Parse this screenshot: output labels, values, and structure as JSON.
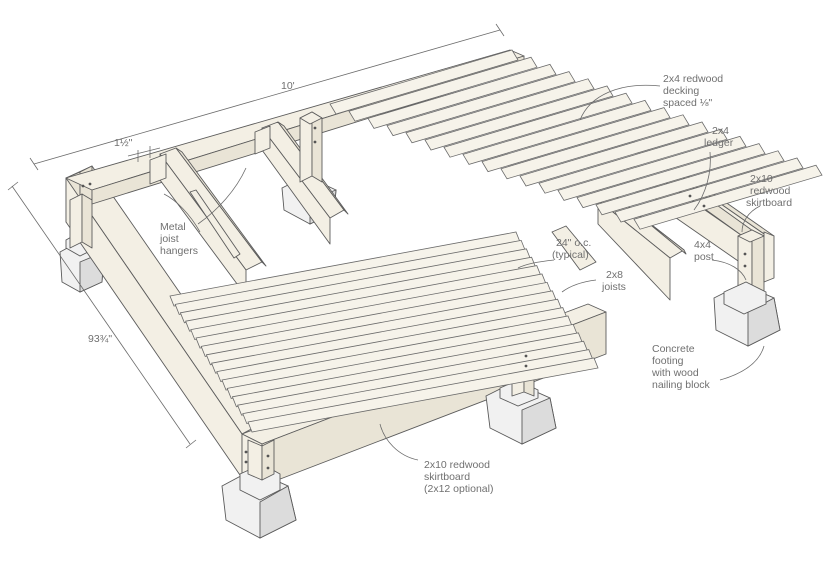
{
  "diagram": {
    "dimensions": {
      "width": "10'",
      "depth": "93¾\"",
      "spacing": "1½\""
    },
    "callouts": {
      "decking": [
        "2x4 redwood",
        "decking",
        "spaced ⅛\""
      ],
      "ledger": [
        "2x4",
        "ledger"
      ],
      "skirtboard_right": [
        "2x10",
        "redwood",
        "skirtboard"
      ],
      "oc": [
        "24\" o.c.",
        "(typical)"
      ],
      "joists": [
        "2x8",
        "joists"
      ],
      "post": [
        "4x4",
        "post"
      ],
      "hangers": [
        "Metal",
        "joist",
        "hangers"
      ],
      "footing": [
        "Concrete",
        "footing",
        "with wood",
        "nailing block"
      ],
      "skirtboard_front": [
        "2x10 redwood",
        "skirtboard",
        "(2x12 optional)"
      ]
    }
  }
}
